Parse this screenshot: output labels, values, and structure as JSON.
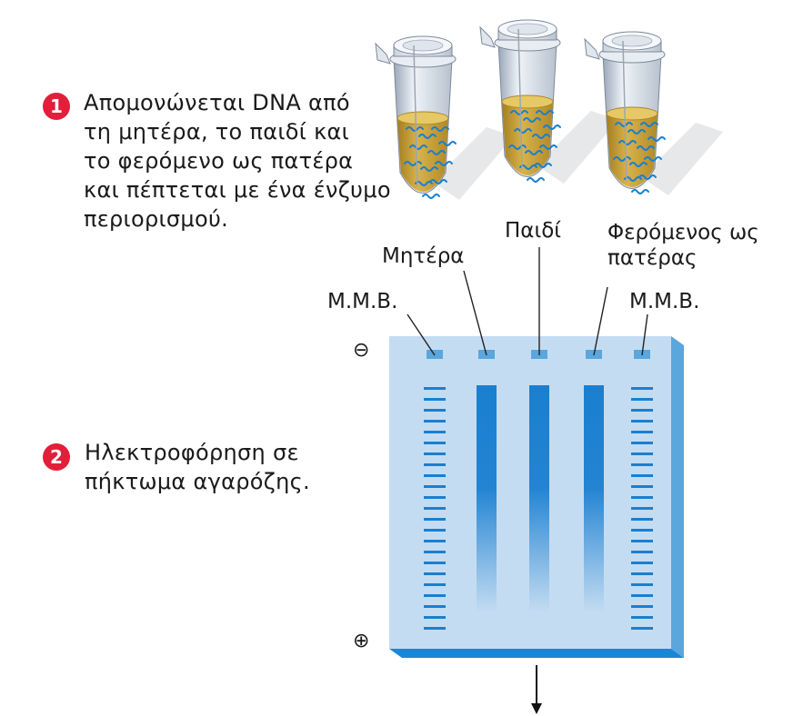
{
  "steps": [
    {
      "number": "1",
      "text": "Απομονώνεται DNA από\nτη μητέρα, το παιδί και\nτο φερόμενο ως πατέρα\nκαι πέπτεται με ένα ένζυμο\nπεριορισμού."
    },
    {
      "number": "2",
      "text": "Ηλεκτροφόρηση σε\nπήκτωμα αγαρόζης."
    }
  ],
  "lanes": {
    "mmv_left": "Μ.Μ.Β.",
    "mother": "Μητέρα",
    "child": "Παιδί",
    "alleged_father": "Φερόμενος ως\nπατέρας",
    "mmv_right": "Μ.Μ.Β."
  },
  "electrodes": {
    "negative": "⊖",
    "positive": "⊕"
  },
  "colors": {
    "step_badge": "#e21e3a",
    "gel": "#c4dcf2",
    "gel_edge": "#5aa6dd",
    "band": "#1a7fd0",
    "tube_liquid": "#c8a032"
  }
}
